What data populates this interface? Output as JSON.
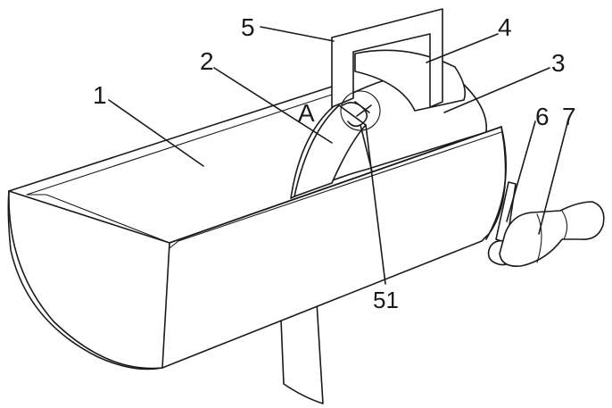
{
  "figure": {
    "labels": {
      "trough": "1",
      "blade": "2",
      "disc": "3",
      "cover": "4",
      "frame": "5",
      "pin": "51",
      "crank": "6",
      "handle": "7",
      "detail_mark": "A"
    }
  }
}
